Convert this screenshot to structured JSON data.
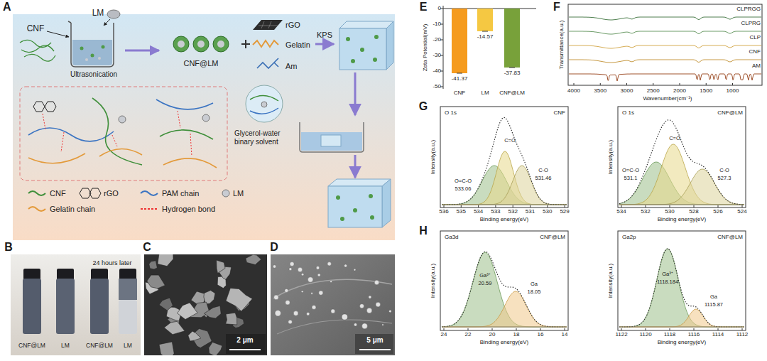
{
  "diagram": {
    "nodes": [
      {
        "text": [
          "A"
        ]
      },
      {
        "text": [
          "Ultrasonication"
        ],
        "in": 0
      },
      {
        "text": [
          "CNF@LM"
        ],
        "in": 0
      },
      {
        "text": [
          "Glycerol-water binary solvent"
        ],
        "in": 0
      }
    ],
    "edges": [
      {
        "from": 1,
        "to": 2,
        "arrow": "to"
      }
    ],
    "labels": [
      "CNF",
      "LM",
      "rGO",
      "Gelatin",
      "Am",
      "KPS",
      "B",
      "24 hours later",
      "CNF@LM",
      "LM",
      "CNF@LM",
      "LM",
      "C",
      "2 μm",
      "D",
      "5 μm",
      "E",
      "Zeta Potential(mV)",
      "0",
      "-10",
      "-20",
      "-30",
      "-40",
      "-50",
      "-41.37",
      "-14.57",
      "-37.83",
      "CNF",
      "LM",
      "CNF@LM",
      "F",
      "Transmittance(a.u.)",
      "CLPRGG",
      "CLPRG",
      "CLP",
      "CNF",
      "AM",
      "4000",
      "3500",
      "3000",
      "2500",
      "2000",
      "1500",
      "1000",
      "Wavenumber(cm⁻¹)",
      "G",
      "O 1s",
      "CNF",
      "C=O",
      "O=C-O",
      "533.06",
      "C-O",
      "531.46",
      "Intensity(a.u.)",
      "536",
      "535",
      "534",
      "533",
      "532",
      "531",
      "530",
      "529",
      "Binding energy(eV)",
      "O 1s",
      "CNF@LM",
      "O=C-O",
      "531.1",
      "C=O",
      "C-O",
      "527.3",
      "Intensity(a.u.)",
      "534",
      "532",
      "530",
      "528",
      "526",
      "524",
      "Binding energy(eV)",
      "H",
      "Ga3d",
      "CNF@LM",
      "Ga³⁺",
      "20.59",
      "Ga",
      "18.05",
      "Intensity(a.u.)",
      "24",
      "22",
      "20",
      "18",
      "16",
      "14",
      "Binding energy(eV)",
      "Ga2p",
      "CNF@LM",
      "Ga³⁺",
      "1118.184",
      "Ga",
      "1115.87",
      "Intensity(a.u.)",
      "1122",
      "1120",
      "1118",
      "1116",
      "1114",
      "1112",
      "Binding energy(eV)"
    ],
    "legend": [
      {
        "text": "CNF"
      },
      {
        "text": "rGO"
      },
      {
        "text": "PAM chain"
      },
      {
        "text": "LM"
      },
      {
        "text": "Gelatin chain"
      },
      {
        "text": "Hydrogen bond"
      }
    ]
  }
}
